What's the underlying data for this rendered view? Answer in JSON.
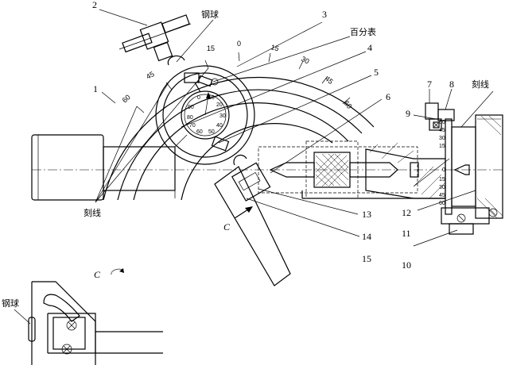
{
  "labels": {
    "steel_ball_top": "钢球",
    "dial_indicator": "百分表",
    "scale_line_right": "刻线",
    "scale_line_bottom": "刻线",
    "steel_ball_inset": "钢球",
    "view_c_arrow": "C",
    "view_c_title": "C"
  },
  "part_numbers": [
    "1",
    "2",
    "3",
    "4",
    "5",
    "6",
    "7",
    "8",
    "9",
    "10",
    "11",
    "12",
    "13",
    "14",
    "15"
  ],
  "arc_scale": [
    "60",
    "45",
    "15",
    "0",
    "15",
    "30",
    "45",
    "60"
  ],
  "dial_scale": [
    "0",
    "10",
    "20",
    "30",
    "40",
    "50",
    "60",
    "70",
    "80",
    "90"
  ],
  "ring_scale": [
    "60",
    "45",
    "30",
    "15",
    "0",
    "15",
    "30",
    "45",
    "60"
  ]
}
